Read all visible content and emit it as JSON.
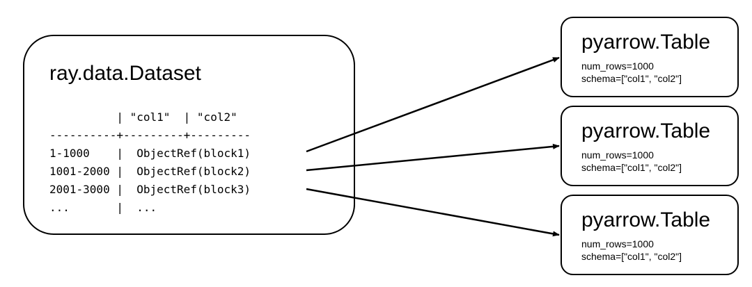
{
  "dataset": {
    "title": "ray.data.Dataset",
    "table_lines": [
      "          | \"col1\"  | \"col2\"",
      "----------+---------+---------",
      "1-1000    |  ObjectRef(block1)",
      "1001-2000 |  ObjectRef(block2)",
      "2001-3000 |  ObjectRef(block3)",
      "...       |  ..."
    ]
  },
  "tables": [
    {
      "title": "pyarrow.Table",
      "num_rows": "num_rows=1000",
      "schema": "schema=[\"col1\", \"col2\"]"
    },
    {
      "title": "pyarrow.Table",
      "num_rows": "num_rows=1000",
      "schema": "schema=[\"col1\", \"col2\"]"
    },
    {
      "title": "pyarrow.Table",
      "num_rows": "num_rows=1000",
      "schema": "schema=[\"col1\", \"col2\"]"
    }
  ],
  "colors": {
    "stroke": "#000000",
    "background": "#ffffff"
  }
}
